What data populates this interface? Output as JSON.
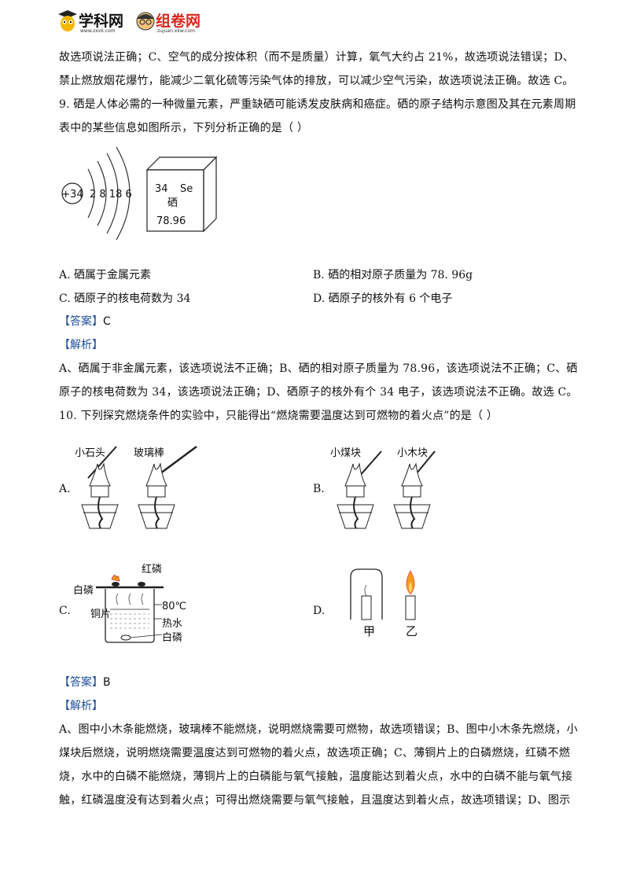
{
  "header": {
    "logo1_text": "学科网",
    "logo1_url": "www.zxxk.com",
    "logo2_text": "组卷网",
    "logo2_url": "zujuan.xkw.com"
  },
  "intro_lines": [
    "故选项说法正确；C、空气的成分按体积（而不是质量）计算，氧气大约占 21%，故选项说法错误；D、",
    "禁止燃放烟花爆竹，能减少二氧化硫等污染气体的排放，可以减少空气污染，故选项说法正确。故选 C。"
  ],
  "q9": {
    "stem": [
      "9. 硒是人体必需的一种微量元素，严重缺硒可能诱发皮肤病和癌症。硒的原子结构示意图及其在元素周期",
      "表中的某些信息如图所示，下列分析正确的是（        ）"
    ],
    "atom": {
      "nucleus": "+34",
      "shells": "2 8 18 6"
    },
    "element": {
      "number": "34",
      "symbol": "Se",
      "name": "硒",
      "mass": "78.96"
    },
    "options": {
      "a": "A. 硒属于金属元素",
      "b": "B. 硒的相对原子质量为 78. 96g",
      "c": "C. 硒原子的核电荷数为 34",
      "d": "D. 硒原子的核外有 6 个电子"
    },
    "answer_tag": "【答案】",
    "answer": "C",
    "analysis_tag": "【解析】",
    "analysis": [
      "A、硒属于非金属元素，该选项说法不正确；B、硒的相对原子质量为 78.96，该选项说法不正确；C、硒",
      "原子的核电荷数为 34，该选项说法正确；D、硒原子的核外有个 34 电子，该选项说法不正确。故选 C。"
    ]
  },
  "q10": {
    "stem": "10. 下列探究燃烧条件的实验中，只能得出“燃烧需要温度达到可燃物的着火点”的是（        ）",
    "fig_a": {
      "letter": "A.",
      "left_label": "小石头",
      "right_label": "玻璃棒"
    },
    "fig_b": {
      "letter": "B.",
      "left_label": "小煤块",
      "right_label": "小木块"
    },
    "fig_c": {
      "letter": "C.",
      "red_p": "红磷",
      "white_p_top": "白磷",
      "copper": "铜片",
      "temp": "80℃",
      "water": "热水",
      "white_p_bottom": "白磷"
    },
    "fig_d": {
      "letter": "D.",
      "jia": "甲",
      "yi": "乙"
    },
    "answer_tag": "【答案】",
    "answer": "B",
    "analysis_tag": "【解析】",
    "analysis": [
      "A、图中小木条能燃烧，玻璃棒不能燃烧，说明燃烧需要可燃物，故选项错误；B、图中小木条先燃烧，小",
      "煤块后燃烧，说明燃烧需要温度达到可燃物的着火点，故选项正确；C、薄铜片上的白磷燃烧，红磷不燃",
      "烧，水中的白磷不能燃烧，薄铜片上的白磷能与氧气接触，温度能达到着火点，水中的白磷不能与氧气接",
      "触，红磷温度没有达到着火点；可得出燃烧需要与氧气接触，且温度达到着火点，故选项错误；D、图示"
    ]
  }
}
